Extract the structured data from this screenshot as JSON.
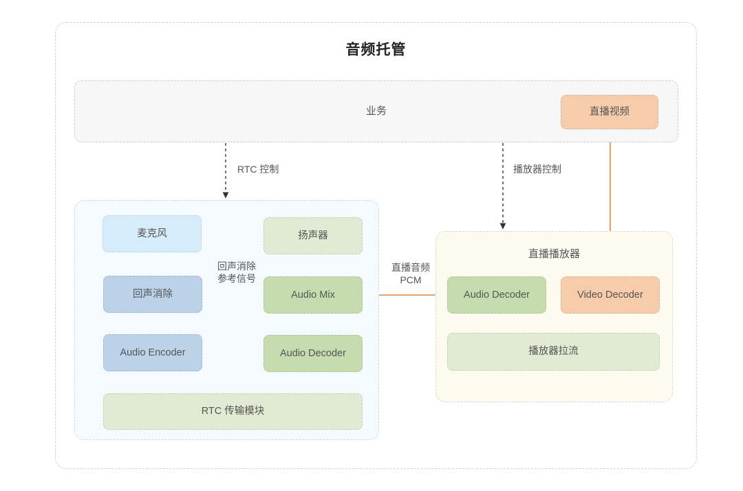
{
  "diagram": {
    "title": "音频托管",
    "type": "architecture-block-diagram"
  },
  "business": {
    "panel_label": "业务",
    "live_video_box": "直播视频"
  },
  "control_edges": {
    "rtc_control": "RTC 控制",
    "player_control": "播放器控制"
  },
  "rtc_panel": {
    "nodes": {
      "microphone": "麦克风",
      "speaker": "扬声器",
      "echo_cancel": "回声消除",
      "audio_mix": "Audio Mix",
      "audio_encoder": "Audio Encoder",
      "audio_decoder": "Audio Decoder",
      "rtc_transport": "RTC 传输模块"
    },
    "edge_labels": {
      "echo_reference": "回声消除\n参考信号"
    }
  },
  "player_panel": {
    "title": "直播播放器",
    "nodes": {
      "audio_decoder": "Audio Decoder",
      "video_decoder": "Video Decoder",
      "player_pull": "播放器拉流"
    }
  },
  "cross_edges": {
    "live_audio_pcm": "直播音频\nPCM"
  },
  "colors": {
    "blue_light": "#d6ecfa",
    "blue": "#bcd2e8",
    "green_light": "#e1ead3",
    "green": "#c7dcae",
    "orange": "#f7ccaa",
    "arrow_blue": "#4a7ebb",
    "arrow_green": "#6aa84f",
    "arrow_yellow": "#f0b323",
    "arrow_orange": "#e8843c",
    "arrow_black": "#333333",
    "panel_rtc_bg": "#f4fafe",
    "panel_player_bg": "#fdfaef",
    "business_bg": "#f7f7f7",
    "text": "#555555"
  }
}
